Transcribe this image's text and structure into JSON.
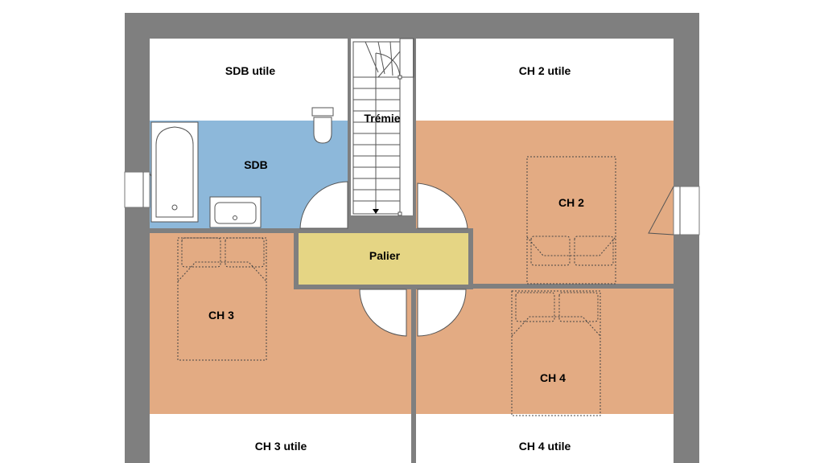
{
  "rooms": {
    "sdb_utile": "SDB utile",
    "ch2_utile": "CH 2 utile",
    "tremie": "Trémie",
    "sdb": "SDB",
    "ch2": "CH 2",
    "palier": "Palier",
    "ch3": "CH 3",
    "ch4": "CH 4",
    "ch3_utile": "CH 3 utile",
    "ch4_utile": "CH 4 utile"
  },
  "colors": {
    "wall": "#7f7f7f",
    "bedroom": "#e3ab83",
    "bathroom": "#8db8da",
    "landing": "#e5d584",
    "loft": "#ffffff"
  },
  "icons": {
    "bathtub": "bathtub-icon",
    "sink": "sink-icon",
    "toilet": "toilet-icon",
    "bed": "double-bed-icon",
    "door": "door-swing-icon",
    "window": "window-icon",
    "stairs": "staircase-icon"
  }
}
